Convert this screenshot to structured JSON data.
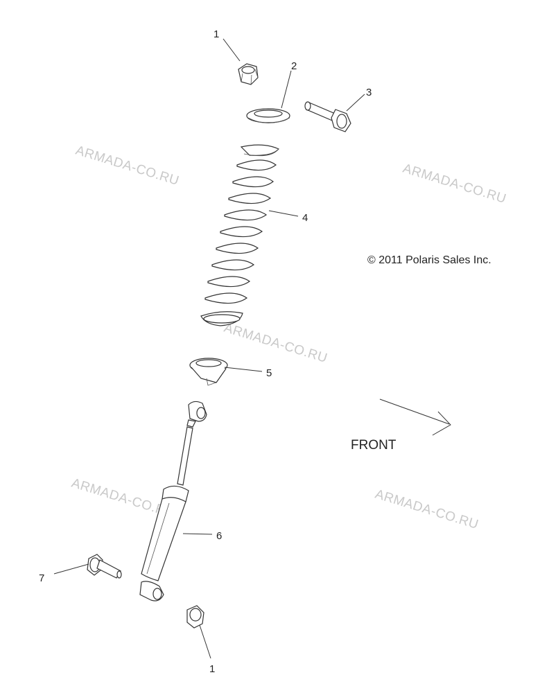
{
  "copyright": "© 2011 Polaris Sales Inc.",
  "direction_label": "FRONT",
  "watermark": "ARMADA-CO.RU",
  "callouts": {
    "c1_top": "1",
    "c2": "2",
    "c3": "3",
    "c4": "4",
    "c5": "5",
    "c6": "6",
    "c7": "7",
    "c1_bottom": "1"
  }
}
